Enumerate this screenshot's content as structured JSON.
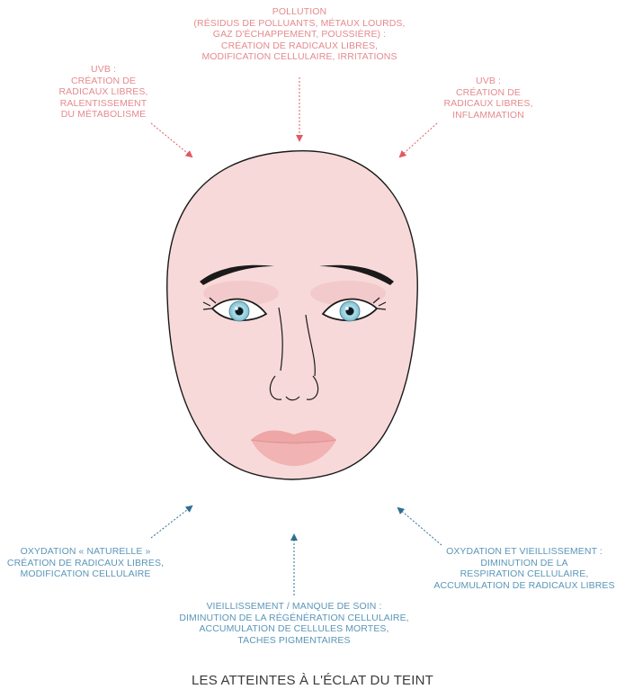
{
  "colors": {
    "external_factor": "#e58a8e",
    "internal_factor": "#5a96b8",
    "skin": "#f8d9d9",
    "lips": "#eea6a6",
    "iris": "#9fd3e0"
  },
  "labels": {
    "top": [
      "POLLUTION",
      "(RÉSIDUS DE POLLUANTS, MÉTAUX LOURDS,",
      "GAZ D'ÉCHAPPEMENT, POUSSIÈRE) :",
      "CRÉATION DE RADICAUX LIBRES,",
      "MODIFICATION CELLULAIRE, IRRITATIONS"
    ],
    "top_left": [
      "UVB :",
      "CRÉATION DE",
      "RADICAUX LIBRES,",
      "RALENTISSEMENT",
      "DU MÉTABOLISME"
    ],
    "top_right": [
      "UVB :",
      "CRÉATION DE",
      "RADICAUX LIBRES,",
      "INFLAMMATION"
    ],
    "bottom_left": [
      "OXYDATION « NATURELLE »",
      "CRÉATION DE RADICAUX LIBRES,",
      "MODIFICATION CELLULAIRE"
    ],
    "bottom_right": [
      "OXYDATION ET VIEILLISSEMENT :",
      "DIMINUTION DE LA",
      "RESPIRATION CELLULAIRE,",
      "ACCUMULATION DE RADICAUX LIBRES"
    ],
    "bottom": [
      "VIEILLISSEMENT / MANQUE DE SOIN :",
      "DIMINUTION DE LA RÉGÉNÉRATION CELLULAIRE,",
      "ACCUMULATION DE CELLULES MORTES,",
      "TACHES PIGMENTAIRES"
    ]
  },
  "title": "LES ATTEINTES À L'ÉCLAT DU TEINT"
}
